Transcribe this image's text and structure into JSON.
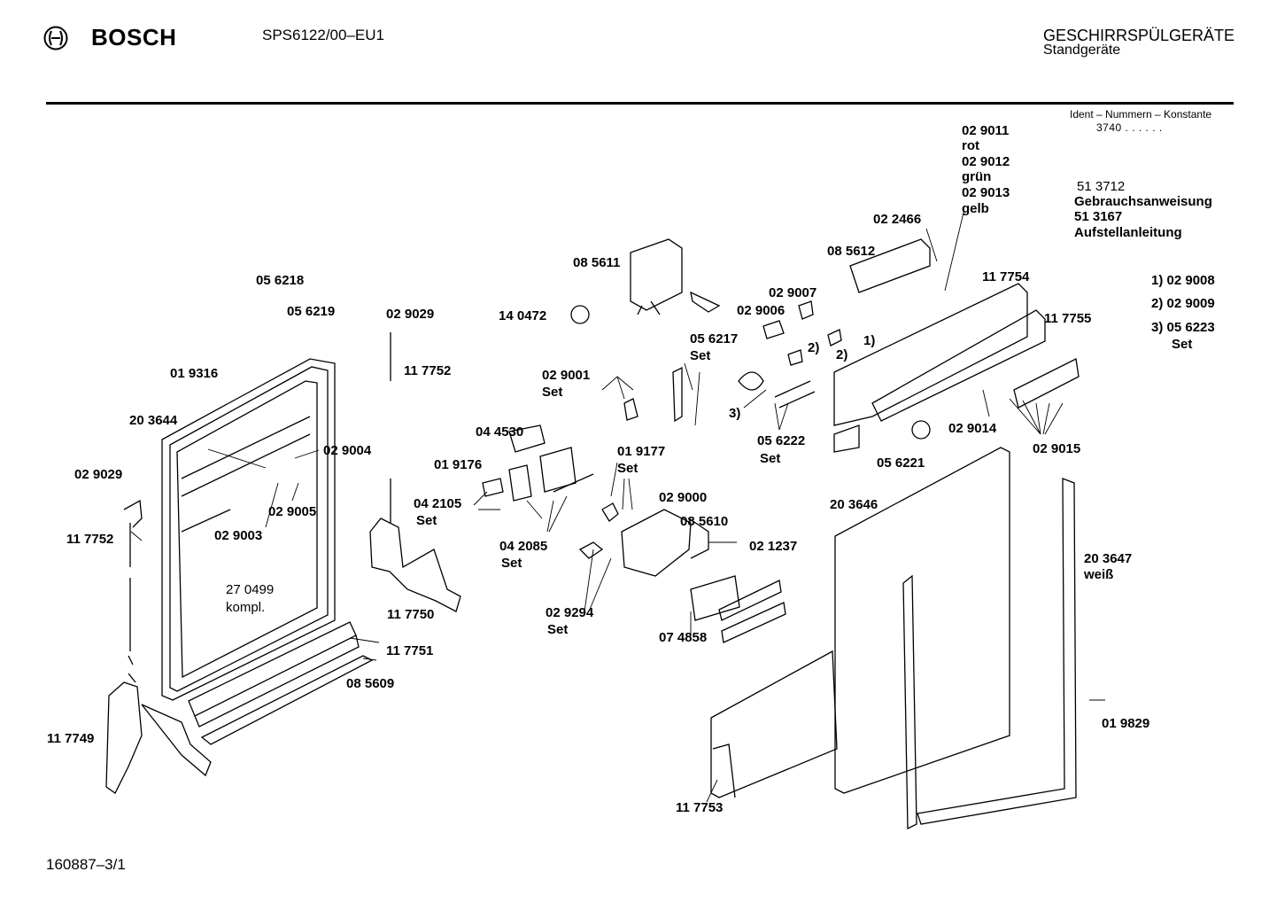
{
  "header": {
    "brand": "BOSCH",
    "model": "SPS6122/00–EU1",
    "category_line1": "GESCHIRRSPÜLGERÄTE",
    "category_line2": "Standgeräte"
  },
  "ident": {
    "title": "Ident – Nummern – Konstante",
    "value": "3740  .  .  .  .  .  ."
  },
  "docs": {
    "code1": "51 3712",
    "label1": "Gebrauchsanweisung",
    "code2": "51 3167",
    "label2": "Aufstellanleitung"
  },
  "footnotes": {
    "n1": "1)  02 9008",
    "n2": "2)  02 9009",
    "n3": "3)  05 6223",
    "n3_set": "Set"
  },
  "footer": {
    "drawing_id": "160887–3/1"
  },
  "parts": {
    "p056218": "05 6218",
    "p056219": "05 6219",
    "p019316": "01 9316",
    "p203644": "20 3644",
    "p029004": "02 9004",
    "p029005": "02 9005",
    "p029003": "02 9003",
    "p029029a": "02 9029",
    "p117752a": "11 7752",
    "p029029b": "02 9029",
    "p117752b": "11 7752",
    "p270499": "27 0499",
    "p270499_note": "kompl.",
    "p117749": "11 7749",
    "p117750": "11 7750",
    "p117751": "11 7751",
    "p085609": "08 5609",
    "p140472": "14 0472",
    "p085611": "08 5611",
    "p029001": "02 9001",
    "p029001_set": "Set",
    "p044530": "04 4530",
    "p019176": "01 9176",
    "p042105": "04 2105",
    "p042105_set": "Set",
    "p042085": "04 2085",
    "p042085_set": "Set",
    "p056217": "05 6217",
    "p056217_set": "Set",
    "p019177": "01 9177",
    "p019177_set": "Set",
    "p029000": "02 9000",
    "p085610": "08 5610",
    "p021237": "02 1237",
    "p029294": "02 9294",
    "p029294_set": "Set",
    "p074858": "07 4858",
    "p029007": "02 9007",
    "p029006": "02 9006",
    "p085612": "08 5612",
    "p022466": "02 2466",
    "p029011": "02 9011",
    "p029011_color": "rot",
    "p029012": "02 9012",
    "p029012_color": "grün",
    "p029013": "02 9013",
    "p029013_color": "gelb",
    "p117754": "11 7754",
    "p117755": "11 7755",
    "p029014": "02 9014",
    "p029015": "02 9015",
    "p056222": "05 6222",
    "p056222_set": "Set",
    "p056221": "05 6221",
    "p203646": "20 3646",
    "p203647": "20 3647",
    "p203647_color": "weiß",
    "p019829": "01 9829",
    "p117753": "11 7753",
    "callout1": "1)",
    "callout2": "2)",
    "callout3": "3)"
  }
}
